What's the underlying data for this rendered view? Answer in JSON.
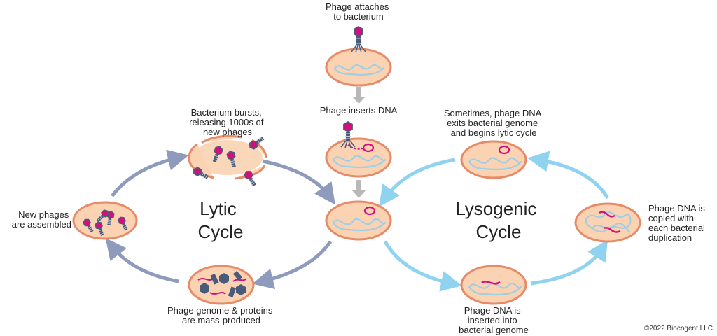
{
  "steps": {
    "attach": [
      "Phage attaches",
      "to bacterium"
    ],
    "insert": [
      "Phage inserts DNA"
    ],
    "burst": [
      "Bacterium bursts,",
      "releasing 1000s of",
      "new phages"
    ],
    "assembled": [
      "New phages",
      "are assembled"
    ],
    "mass": [
      "Phage genome & proteins",
      "are mass-produced"
    ],
    "exits": [
      "Sometimes, phage DNA",
      "exits bacterial genome",
      "and begins lytic cycle"
    ],
    "copied": [
      "Phage DNA is",
      "copied with",
      "each bacterial",
      "duplication"
    ],
    "inserted": [
      "Phage DNA is",
      "inserted into",
      "bacterial genome"
    ]
  },
  "cycles": {
    "lytic": [
      "Lytic",
      "Cycle"
    ],
    "lysogenic": [
      "Lysogenic",
      "Cycle"
    ]
  },
  "copyright": "©2022 Biocogent LLC",
  "colors": {
    "cell_fill": "#fbd3b3",
    "cell_border": "#e68a67",
    "bacterial_dna": "#9ecfe6",
    "phage_dna": "#d40f7d",
    "lytic_arrow": "#8e9bbd",
    "lysogenic_arrow": "#8fd3f0",
    "down_arrow": "#b8b8b8",
    "phage_body": "#4a5a7a"
  },
  "icons": [
    "phage-icon",
    "bacterium-icon",
    "arrow-icon"
  ]
}
